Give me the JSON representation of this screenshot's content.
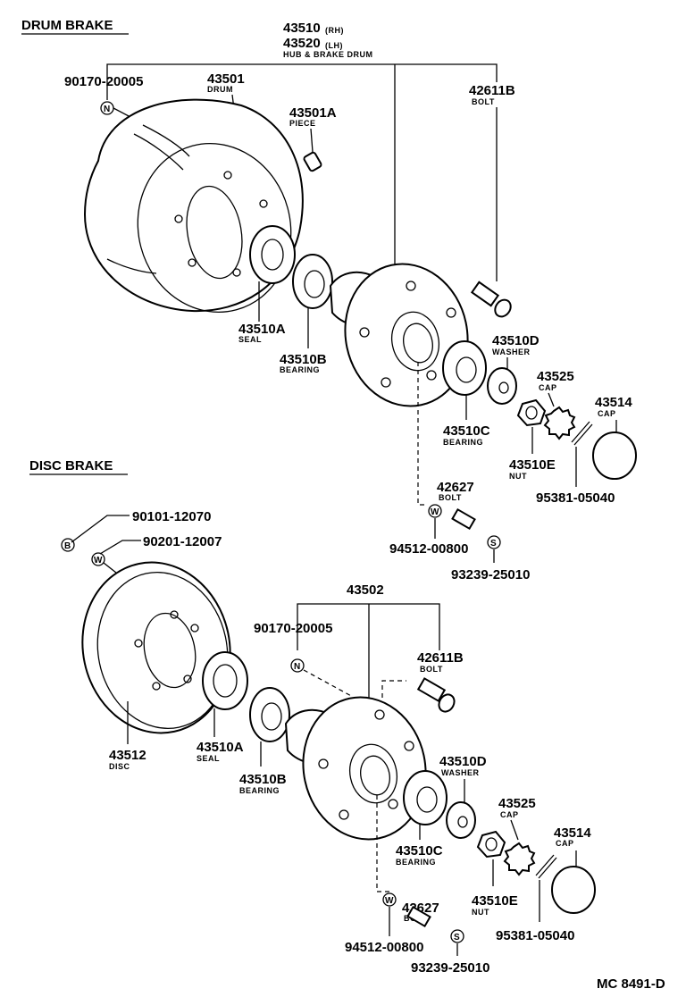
{
  "sections": {
    "drum": "DRUM BRAKE",
    "disc": "DISC BRAKE"
  },
  "drum": {
    "assy_rh": "43510",
    "assy_rh_suffix": "(RH)",
    "assy_lh": "43520",
    "assy_lh_suffix": "(LH)",
    "assy_name": "HUB & BRAKE DRUM",
    "nut_ref": "90170-20005",
    "drum_pn": "43501",
    "drum_name": "DRUM",
    "piece_pn": "43501A",
    "piece_name": "PIECE",
    "bolt_pn": "42611B",
    "bolt_name": "BOLT",
    "seal_pn": "43510A",
    "seal_name": "SEAL",
    "bearing_in_pn": "43510B",
    "bearing_in_name": "BEARING",
    "washer_pn": "43510D",
    "washer_name": "WASHER",
    "cap_pn": "43525",
    "cap_name": "CAP",
    "grease_cap_pn": "43514",
    "grease_cap_name": "CAP",
    "bearing_out_pn": "43510C",
    "bearing_out_name": "BEARING",
    "nut_pn": "43510E",
    "nut_name": "NUT",
    "pin_pn": "95381-05040",
    "hub_bolt_pn": "42627",
    "hub_bolt_name": "BOLT",
    "washer_ref": "94512-00800",
    "spacer_ref": "93239-25010"
  },
  "disc": {
    "bolt_ref": "90101-12070",
    "washer_ref_top": "90201-12007",
    "hub_pn": "43502",
    "nut_ref": "90170-20005",
    "bolt_pn": "42611B",
    "bolt_name": "BOLT",
    "disc_pn": "43512",
    "disc_name": "DISC",
    "seal_pn": "43510A",
    "seal_name": "SEAL",
    "bearing_in_pn": "43510B",
    "bearing_in_name": "BEARING",
    "washer_pn": "43510D",
    "washer_name": "WASHER",
    "cap_pn": "43525",
    "cap_name": "CAP",
    "grease_cap_pn": "43514",
    "grease_cap_name": "CAP",
    "bearing_out_pn": "43510C",
    "bearing_out_name": "BEARING",
    "hub_bolt_pn": "42627",
    "hub_bolt_name": "BOLT",
    "nut_pn": "43510E",
    "nut_name": "NUT",
    "washer_ref": "94512-00800",
    "pin_pn": "95381-05040",
    "spacer_ref": "93239-25010"
  },
  "symbols": {
    "n": "N",
    "w": "W",
    "s": "S",
    "b": "B"
  },
  "footer": {
    "code": "MC 8491-D"
  }
}
